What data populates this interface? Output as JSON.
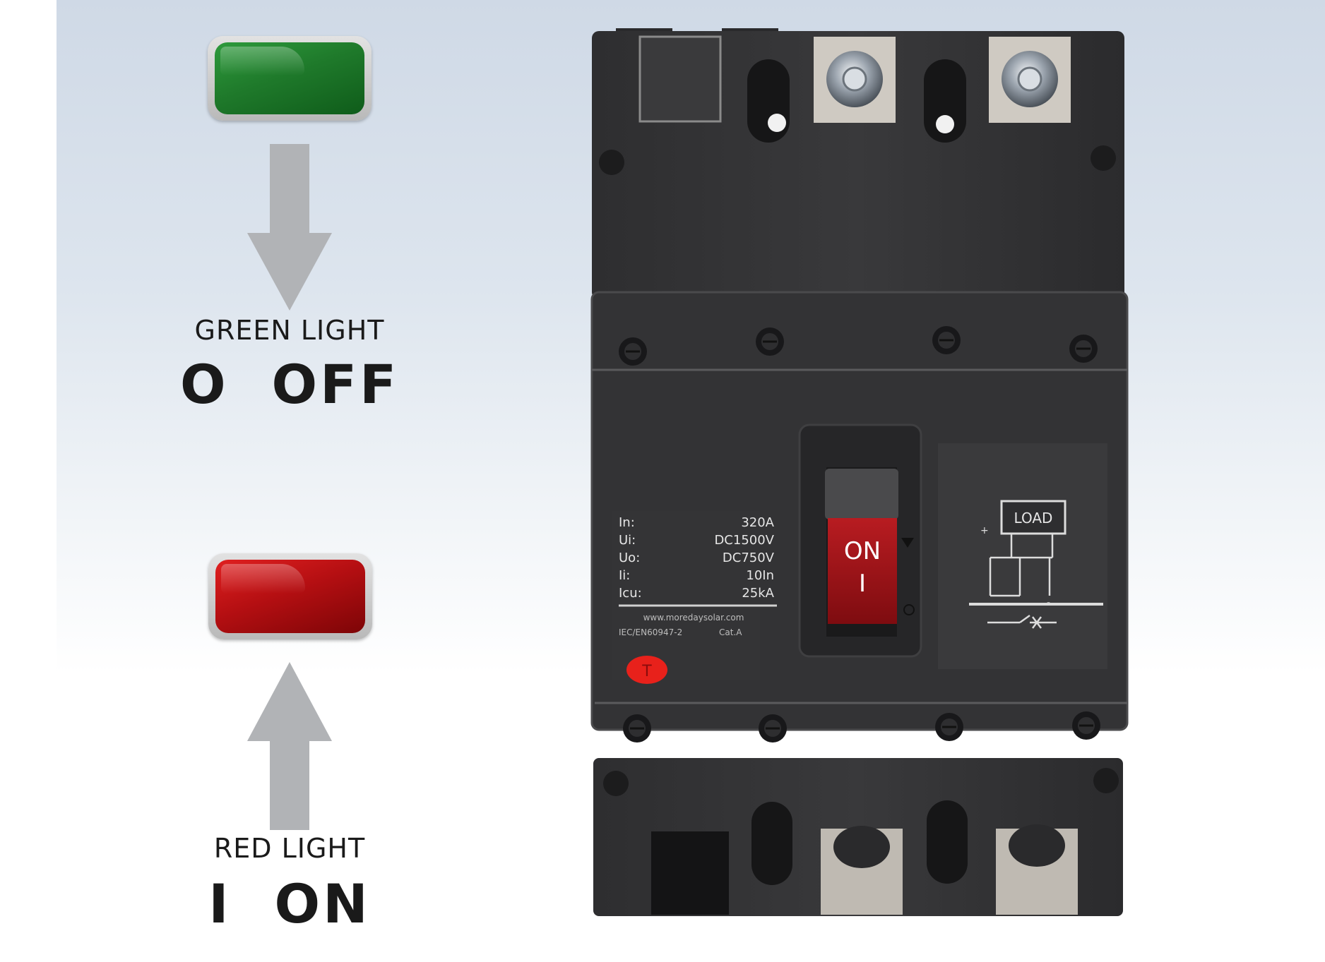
{
  "legend": {
    "green_caption": "GREEN LIGHT",
    "off_label": "O  OFF",
    "red_caption": "RED LIGHT",
    "on_label": "I  ON"
  },
  "breaker": {
    "specs": [
      {
        "label": "In:",
        "value": "320A"
      },
      {
        "label": "Ui:",
        "value": "DC1500V"
      },
      {
        "label": "Uo:",
        "value": "DC750V"
      },
      {
        "label": "Ii:",
        "value": "10In"
      },
      {
        "label": "Icu:",
        "value": "25kA"
      }
    ],
    "website": "www.moredaysolar.com",
    "standard": "IEC/EN60947-2",
    "cat": "Cat.A",
    "handle_on": "ON",
    "handle_i": "I",
    "test_button": "T",
    "load_label": "LOAD",
    "plus_sign": "+",
    "minus_sign": "-"
  },
  "colors": {
    "green_light": "#1f7a2b",
    "red_light": "#b50f12",
    "breaker_body": "#2b2b2d",
    "handle_red": "#a3151a"
  },
  "icons": [
    "arrow-down-icon",
    "arrow-up-icon",
    "screw-icon",
    "terminal-bolt-icon",
    "contact-diagram-icon"
  ]
}
